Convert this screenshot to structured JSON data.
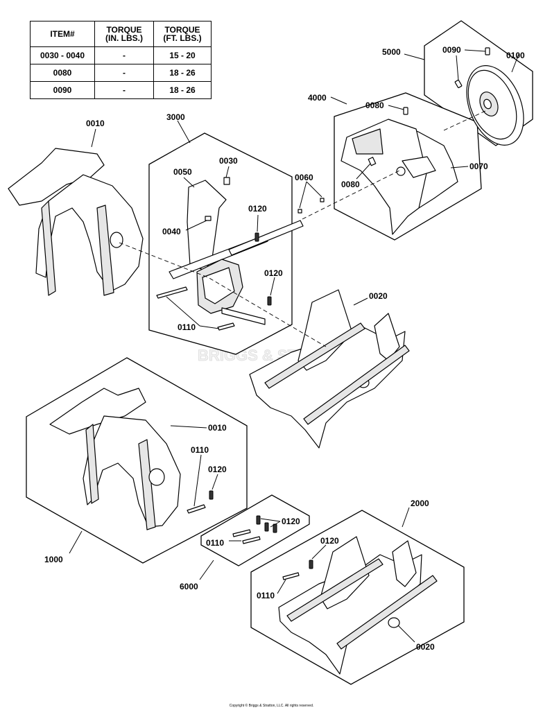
{
  "torque_table": {
    "headers": {
      "item": "ITEM#",
      "in_line1": "TORQUE",
      "in_line2": "(IN. LBS.)",
      "ft_line1": "TORQUE",
      "ft_line2": "(FT. LBS.)"
    },
    "rows": [
      {
        "item": "0030 - 0040",
        "in": "-",
        "ft": "15 - 20"
      },
      {
        "item": "0080",
        "in": "-",
        "ft": "18 - 26"
      },
      {
        "item": "0090",
        "in": "-",
        "ft": "18 - 26"
      }
    ]
  },
  "callouts": {
    "c5000": "5000",
    "c0090_top": "0090",
    "c0100": "0100",
    "c4000": "4000",
    "c0080_top": "0080",
    "c0070": "0070",
    "c0080_bottom": "0080",
    "c0010_top": "0010",
    "c3000": "3000",
    "c0050": "0050",
    "c0030": "0030",
    "c0060": "0060",
    "c0120_a": "0120",
    "c0040": "0040",
    "c0120_b": "0120",
    "c0110_a": "0110",
    "c0020_top": "0020",
    "c0010_mid": "0010",
    "c0110_b": "0110",
    "c0120_c": "0120",
    "c1000": "1000",
    "c0120_d": "0120",
    "c0110_c": "0110",
    "c6000": "6000",
    "c2000": "2000",
    "c0120_e": "0120",
    "c0110_d": "0110",
    "c0020_bottom": "0020"
  },
  "watermark": "BRIGGS & STRATTON",
  "copyright": "Copyright © Briggs & Stratton, LLC. All rights reserved."
}
